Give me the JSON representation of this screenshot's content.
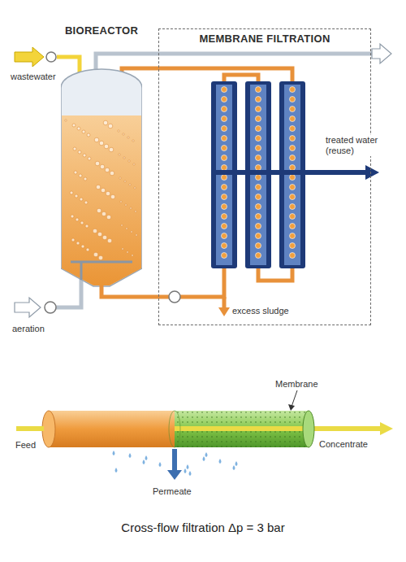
{
  "diagram": {
    "caption": "Cross-flow filtration Δp = 3 bar",
    "nodes": [
      {
        "text": [
          "BIOREACTOR"
        ]
      },
      {
        "text": [
          "MEMBRANE FILTRATION"
        ]
      }
    ],
    "edges": [
      {
        "from": 0,
        "to": 1,
        "arrow": "none"
      },
      {
        "from": 1,
        "to": 0,
        "arrow": "none"
      }
    ],
    "labels": [
      "wastewater",
      "aeration",
      "treated water (reuse)",
      "excess sludge",
      "Membrane",
      "Feed",
      "Concentrate",
      "Permeate"
    ]
  }
}
